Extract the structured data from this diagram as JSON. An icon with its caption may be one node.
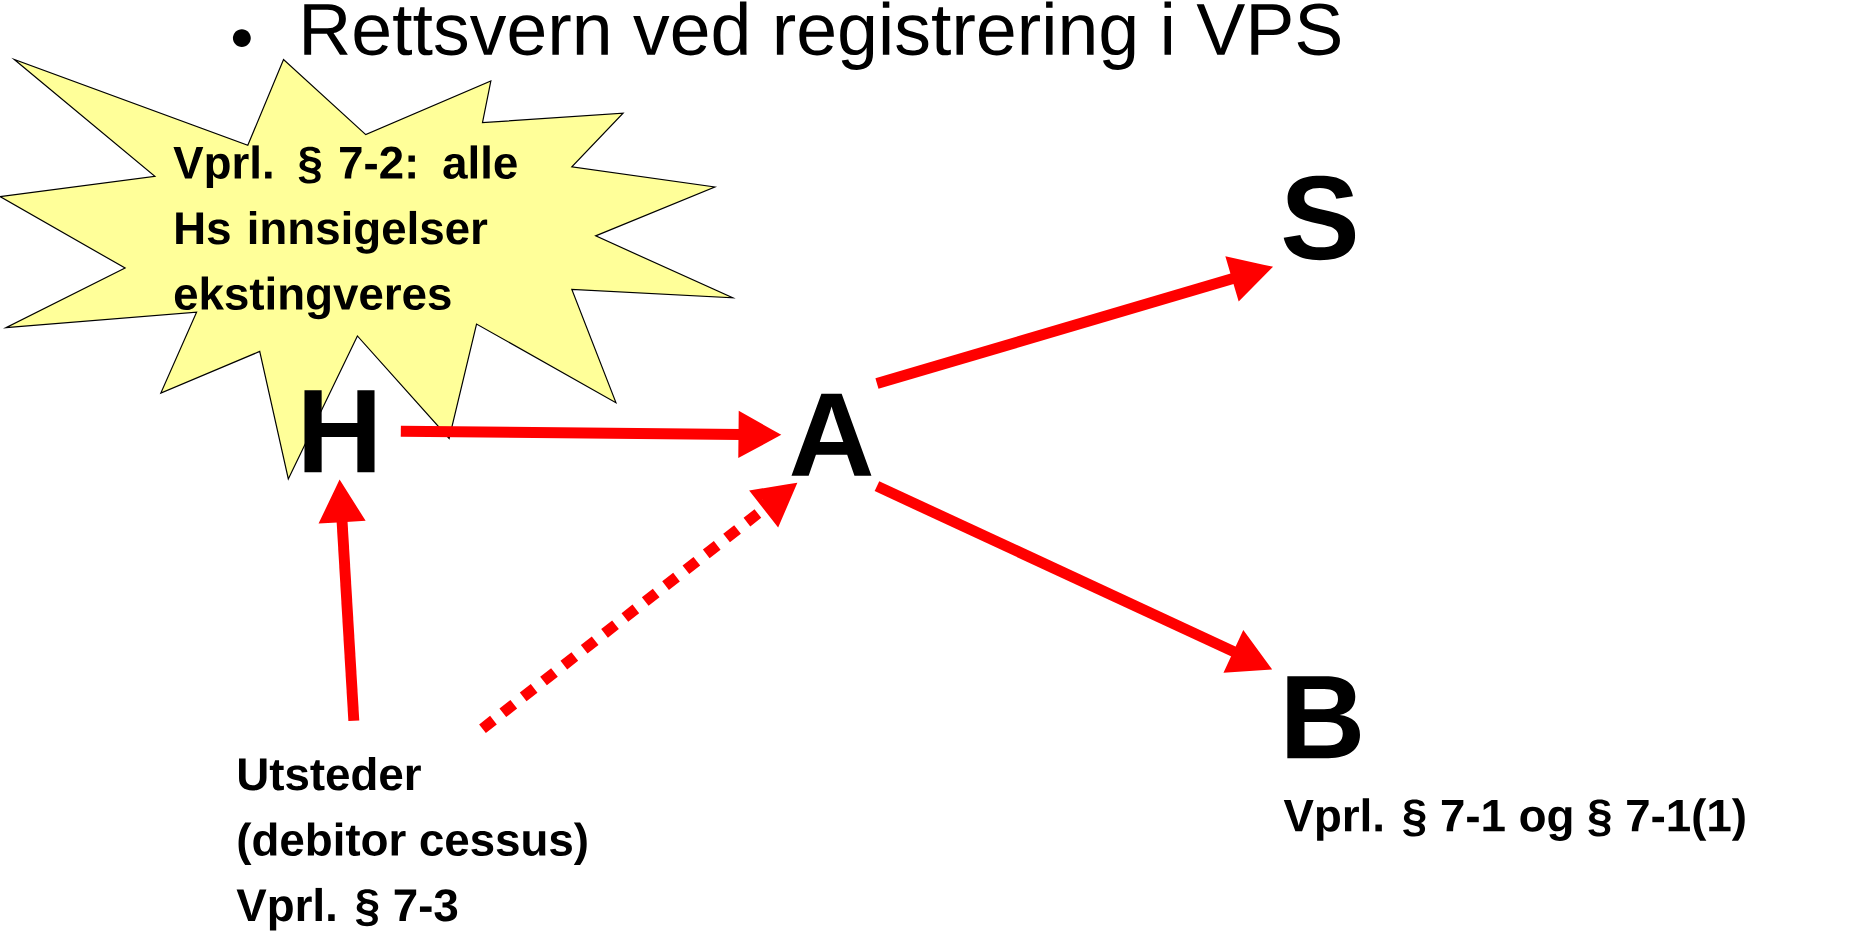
{
  "diagram": {
    "title": "Rettsvern ved registrering i VPS",
    "nodes": [
      {
        "text": [
          "Vprl. § 7-2: alle Hs innsigelser ekstingveres"
        ]
      },
      {
        "text": [
          "H"
        ]
      },
      {
        "text": [
          "A"
        ]
      },
      {
        "text": [
          "S"
        ]
      },
      {
        "text": [
          "B"
        ],
        "beside": [
          "Vprl. § 7-1 og § 7-1(1)"
        ]
      },
      {
        "text": [
          "Utsteder",
          "(debitor cessus)",
          "Vprl. § 7-3"
        ]
      }
    ],
    "edges": [
      {
        "from": 1,
        "to": 2,
        "arrow": "to"
      },
      {
        "from": 2,
        "to": 3,
        "arrow": "to"
      },
      {
        "from": 2,
        "to": 4,
        "arrow": "to"
      },
      {
        "from": 5,
        "to": 1,
        "arrow": "to"
      },
      {
        "from": 5,
        "to": 2,
        "arrow": "to",
        "style": "dashed"
      }
    ]
  }
}
